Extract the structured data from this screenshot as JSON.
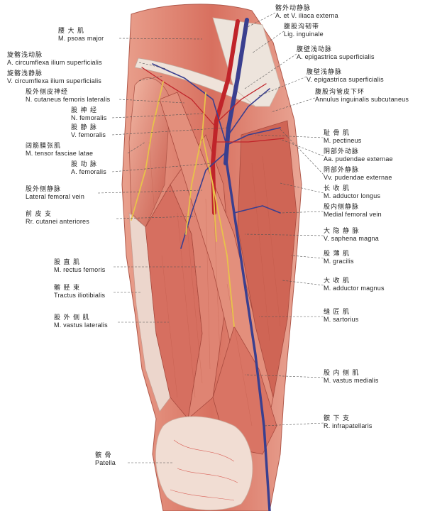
{
  "colors": {
    "muscle": "#d9776a",
    "muscle_light": "#f0b9a6",
    "muscle_dark": "#b8463c",
    "fascia": "#efe3da",
    "artery": "#c0242a",
    "vein": "#3a3f8f",
    "nerve": "#e8c24a",
    "leader": "#555555"
  },
  "labels": {
    "psoas": {
      "zh": "腰 大 肌",
      "la": "M. psoas major"
    },
    "circ_a": {
      "zh": "旋髂浅动脉",
      "la": "A. circumflexa ilium superficialis"
    },
    "circ_v": {
      "zh": "旋髂浅静脉",
      "la": "V. circumflexa ilium superficialis"
    },
    "cut_lat": {
      "zh": "股外侧皮神经",
      "la": "N. cutaneus femoris lateralis"
    },
    "n_fem": {
      "zh": "股 神 经",
      "la": "N. femoralis"
    },
    "v_fem": {
      "zh": "股 静 脉",
      "la": "V. femoralis"
    },
    "tensor": {
      "zh": "阔筋膜张肌",
      "la": "M. tensor fasciae latae"
    },
    "a_fem": {
      "zh": "股 动 脉",
      "la": "A. femoralis"
    },
    "lat_vein": {
      "zh": "股外侧静脉",
      "la": "Lateral femoral vein"
    },
    "cut_ant": {
      "zh": "前 皮 支",
      "la": "Rr. cutanei anteriores"
    },
    "rectus": {
      "zh": "股 直 肌",
      "la": "M. rectus femoris"
    },
    "iliotib": {
      "zh": "髂 胫 束",
      "la": "Tractus iliotibialis"
    },
    "vast_lat": {
      "zh": "股 外 侧 肌",
      "la": "M. vastus lateralis"
    },
    "patella": {
      "zh": "髌   骨",
      "la": "Patella"
    },
    "iliaca": {
      "zh": "髂外动静脉",
      "la": "A. et V. iliaca externa"
    },
    "lig_ing": {
      "zh": "腹股沟韧带",
      "la": "Lig. inguinale"
    },
    "epi_a": {
      "zh": "腹壁浅动脉",
      "la": "A. epigastrica superficialis"
    },
    "epi_v": {
      "zh": "腹壁浅静脉",
      "la": "V. epigastrica superficialis"
    },
    "annulus": {
      "zh": "腹股沟管皮下环",
      "la": "Annulus inguinalis subcutaneus"
    },
    "pectineus": {
      "zh": "耻 骨 肌",
      "la": "M. pectineus"
    },
    "pud_a": {
      "zh": "阴部外动脉",
      "la": "Aa. pudendae externae"
    },
    "pud_v": {
      "zh": "阴部外静脉",
      "la": "Vv. pudendae externae"
    },
    "add_long": {
      "zh": "长 收 肌",
      "la": "M. adductor longus"
    },
    "med_vein": {
      "zh": "股内侧静脉",
      "la": "Medial femoral vein"
    },
    "saphena": {
      "zh": "大 隐 静 脉",
      "la": "V. saphena magna"
    },
    "gracilis": {
      "zh": "股 薄 肌",
      "la": "M. gracilis"
    },
    "add_mag": {
      "zh": "大 收 肌",
      "la": "M. adductor magnus"
    },
    "sartorius": {
      "zh": "缝 匠 肌",
      "la": "M. sartorius"
    },
    "vast_med": {
      "zh": "股 内 侧 肌",
      "la": "M. vastus medialis"
    },
    "infrapat": {
      "zh": "髌 下 支",
      "la": "R. infrapatellaris"
    }
  }
}
